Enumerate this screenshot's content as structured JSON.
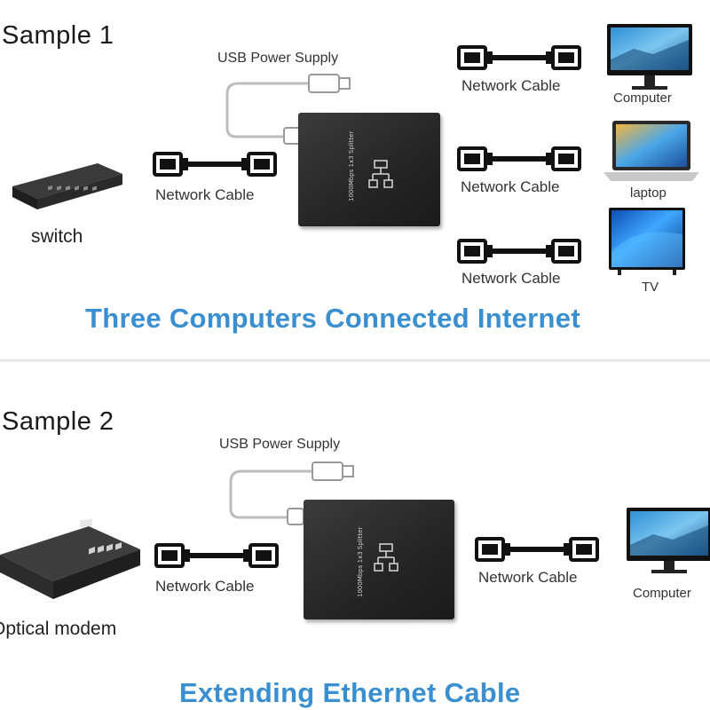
{
  "sample1": {
    "title": "Sample 1",
    "usb_label": "USB Power Supply",
    "input_cable_label": "Network Cable",
    "source_device": "switch",
    "outputs": [
      {
        "cable_label": "Network Cable",
        "device": "Computer"
      },
      {
        "cable_label": "Network Cable",
        "device": "laptop"
      },
      {
        "cable_label": "Network Cable",
        "device": "TV"
      }
    ],
    "headline": "Three Computers Connected Internet",
    "splitter_text": "1000Mbps 1x3 Splitter"
  },
  "sample2": {
    "title": "Sample 2",
    "usb_label": "USB Power Supply",
    "input_cable_label": "Network Cable",
    "source_device": "Optical modem",
    "outputs": [
      {
        "cable_label": "Network Cable",
        "device": "Computer"
      }
    ],
    "headline": "Extending Ethernet Cable",
    "splitter_text": "1000Mbps 1x3 Splitter"
  },
  "colors": {
    "headline": "#3a8fd0",
    "splitter_body": "#262626",
    "cable": "#111111"
  },
  "icons": [
    "switch-icon",
    "optical-modem-icon",
    "network-splitter-icon",
    "usb-plug-icon",
    "rj45-cable-icon",
    "monitor-icon",
    "laptop-icon",
    "tv-icon"
  ]
}
